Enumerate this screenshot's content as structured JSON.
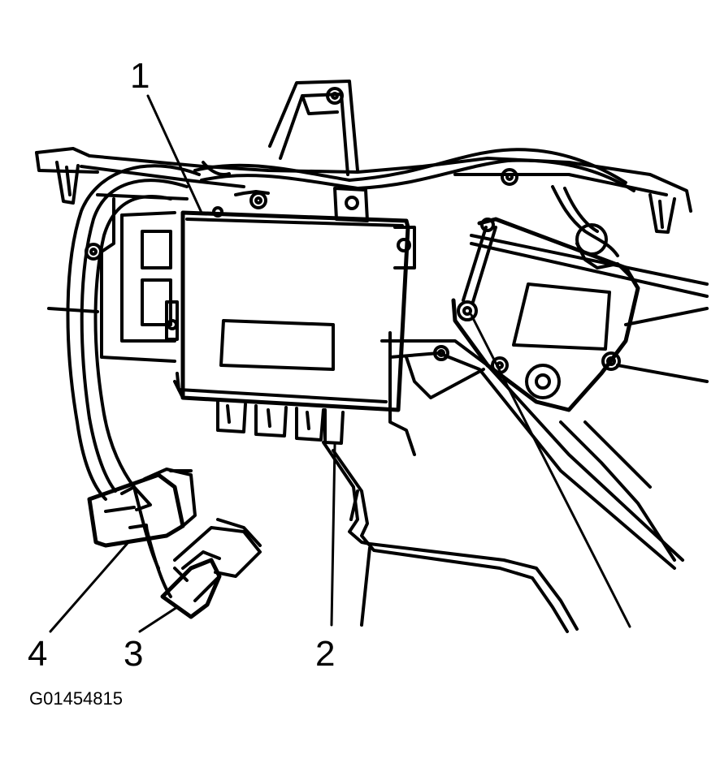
{
  "diagram": {
    "callouts": {
      "c1": "1",
      "c2": "2",
      "c3": "3",
      "c4": "4"
    },
    "figure_id": "G01454815",
    "colors": {
      "ink": "#000000",
      "paper": "#ffffff",
      "label_fill": "#ffffff"
    }
  }
}
